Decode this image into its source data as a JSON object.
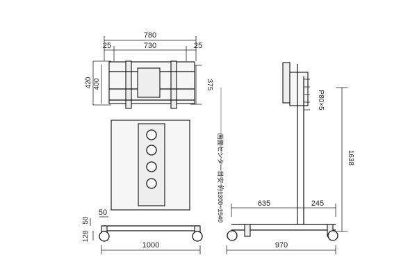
{
  "front_view": {
    "top_dims": {
      "overall_width": "780",
      "left_margin": "25",
      "inner_width": "730",
      "right_margin": "25"
    },
    "left_dims": {
      "mount_height": "420",
      "panel_height": "400",
      "base_offset": "50",
      "caster_height": "128"
    },
    "right_dims": {
      "panel_height_alt": "375"
    },
    "bottom_dims": {
      "base_width": "1000"
    },
    "top_small_dim": "50"
  },
  "side_view": {
    "vertical_label": "画面センター目安 約1300~1540",
    "height_dim": "1638",
    "bracket_note": "P80×5",
    "forward_reach": "635",
    "rear_reach": "245",
    "base_depth": "970"
  },
  "colors": {
    "line": "#111111",
    "panel_fill": "#f6f6f6",
    "part_fill": "#eeeeee"
  }
}
